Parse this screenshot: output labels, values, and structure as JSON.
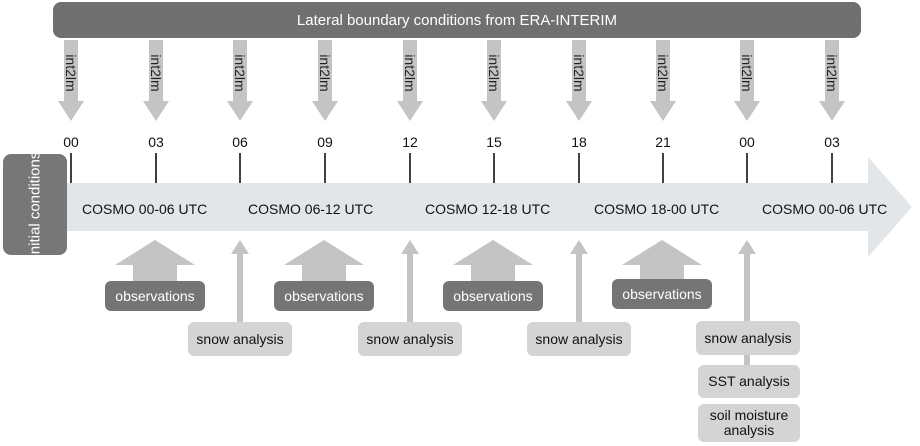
{
  "banner": "Lateral boundary conditions from ERA-INTERIM",
  "initial_conditions": "Initial conditions",
  "interpolation_label": "int2lm",
  "ticks": [
    "00",
    "03",
    "06",
    "09",
    "12",
    "15",
    "18",
    "21",
    "00",
    "03"
  ],
  "segments": [
    "COSMO 00-06 UTC",
    "COSMO 06-12 UTC",
    "COSMO 12-18 UTC",
    "COSMO 18-00 UTC",
    "COSMO 00-06 UTC"
  ],
  "observations_label": "observations",
  "snow_label": "snow analysis",
  "sst_label": "SST analysis",
  "soil_label": "soil moisture analysis",
  "colors": {
    "dark_box": "#757575",
    "light_box": "#d4d4d4",
    "arrow": "#c4c4c4",
    "timeline": "#e3e6e8"
  }
}
